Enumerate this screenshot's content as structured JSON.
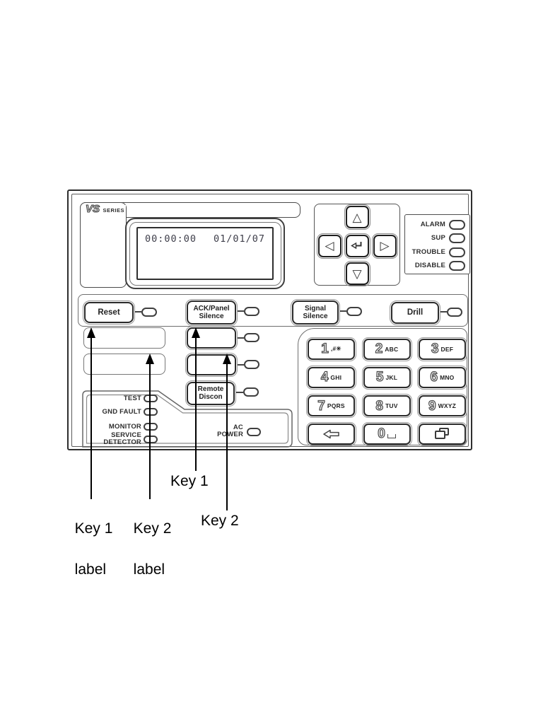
{
  "panel": {
    "logo_vs": "VS",
    "logo_series": "SERIES",
    "lcd_time": "00:00:00",
    "lcd_date": "01/01/07",
    "status_leds": [
      {
        "label": "ALARM"
      },
      {
        "label": "SUP"
      },
      {
        "label": "TROUBLE"
      },
      {
        "label": "DISABLE"
      }
    ],
    "buttons": {
      "reset": "Reset",
      "ack_line1": "ACK/Panel",
      "ack_line2": "Silence",
      "signal_line1": "Signal",
      "signal_line2": "Silence",
      "drill": "Drill",
      "remote_line1": "Remote",
      "remote_line2": "Discon"
    },
    "left_leds": [
      {
        "line1": "TEST"
      },
      {
        "line1": "GND FAULT"
      },
      {
        "line1": "MONITOR"
      },
      {
        "line1": "SERVICE",
        "line2": "DETECTOR"
      }
    ],
    "ac_line1": "AC",
    "ac_line2": "POWER",
    "keypad": [
      {
        "digit": "1",
        "letters": ",#✳"
      },
      {
        "digit": "2",
        "letters": "ABC"
      },
      {
        "digit": "3",
        "letters": "DEF"
      },
      {
        "digit": "4",
        "letters": "GHI"
      },
      {
        "digit": "5",
        "letters": "JKL"
      },
      {
        "digit": "6",
        "letters": "MNO"
      },
      {
        "digit": "7",
        "letters": "PQRS"
      },
      {
        "digit": "8",
        "letters": "TUV"
      },
      {
        "digit": "9",
        "letters": "WXYZ"
      },
      {
        "digit": "",
        "letters": ""
      },
      {
        "digit": "0",
        "letters": ""
      },
      {
        "digit": "",
        "letters": ""
      }
    ]
  },
  "icons": {
    "up": "△",
    "down": "▽",
    "left": "◁",
    "right": "▷"
  },
  "annotations": {
    "key1": "Key 1",
    "key2": "Key 2",
    "key1_label_line1": "Key 1",
    "key1_label_line2": "label",
    "key2_label_line1": "Key 2",
    "key2_label_line2": "label"
  },
  "colors": {
    "line_art": "#2e2e2e",
    "light_line": "#6a6a6a",
    "arrow": "#000000",
    "lcd_text": "#3e3e4a"
  }
}
